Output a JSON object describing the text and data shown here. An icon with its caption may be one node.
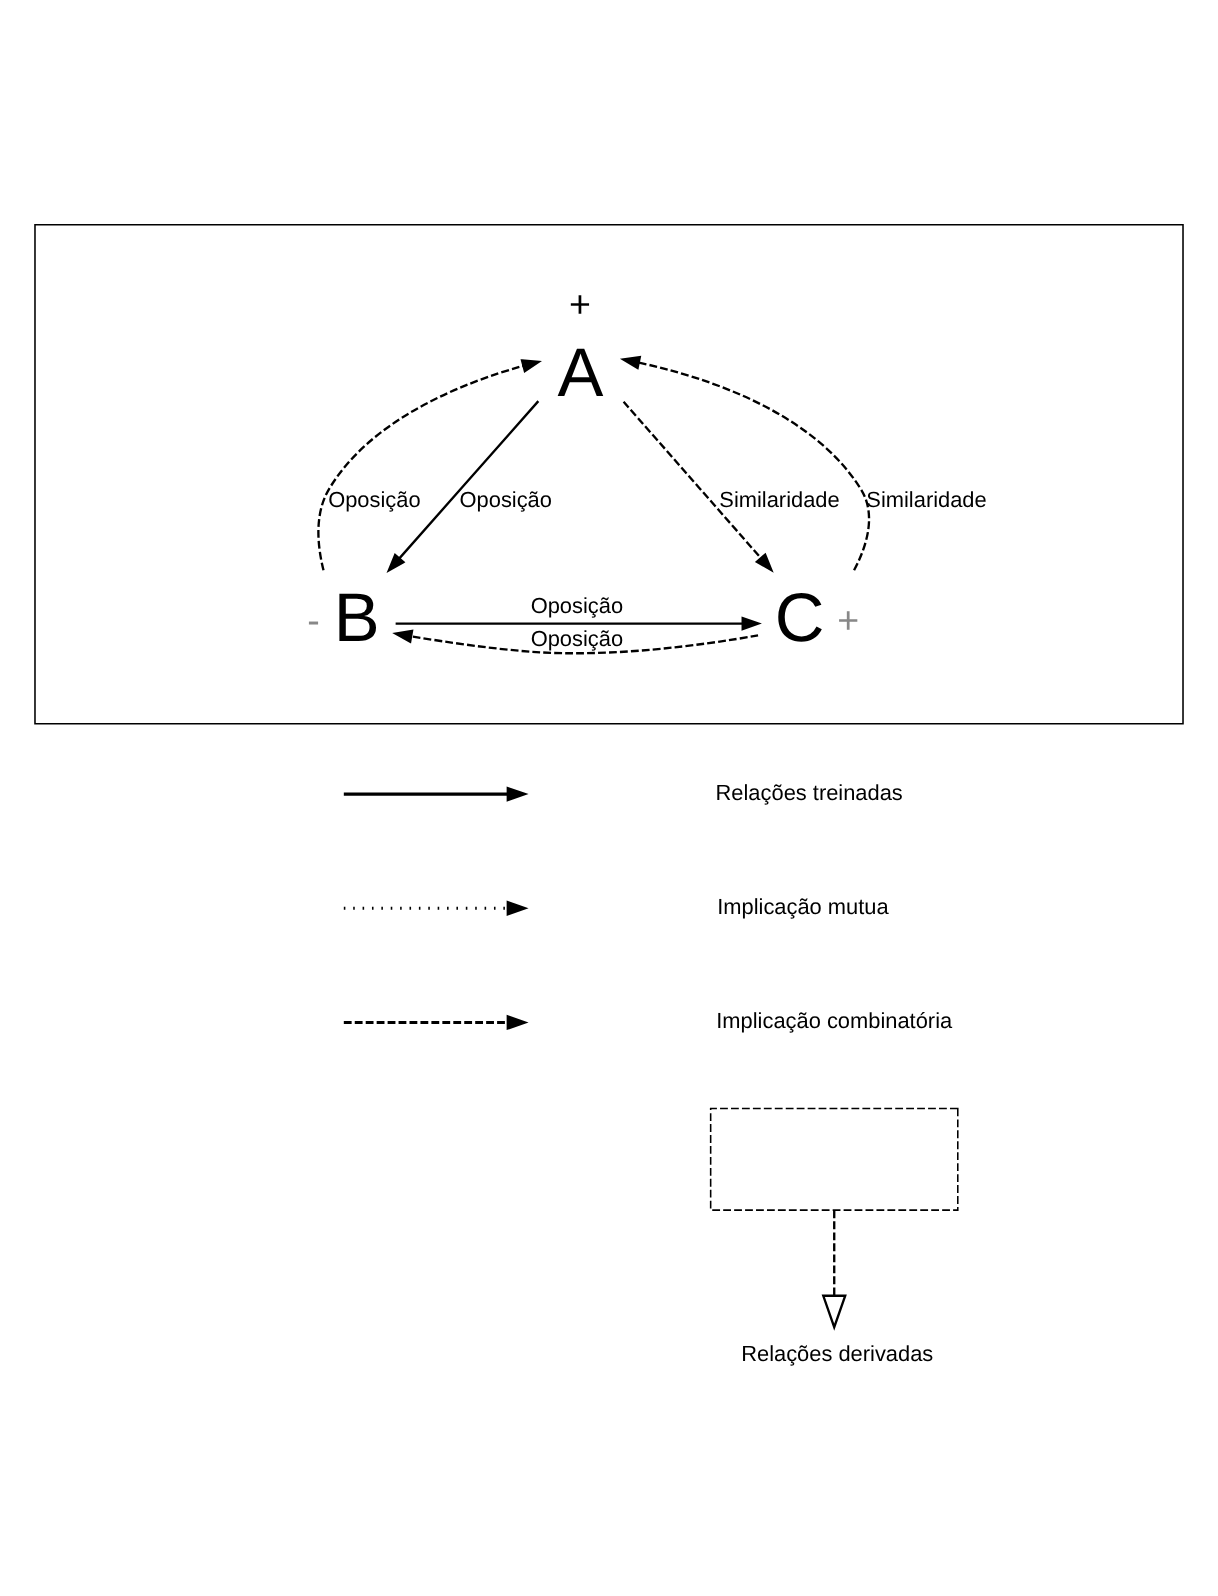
{
  "diagram": {
    "nodes": [
      {
        "text": [],
        "shape": "box"
      },
      {
        "text": [
          "A"
        ],
        "in": 0,
        "beside": [
          "+"
        ]
      },
      {
        "text": [
          "B"
        ],
        "in": 0,
        "beside": [
          "-"
        ]
      },
      {
        "text": [
          "C"
        ],
        "in": 0,
        "beside": [
          "+"
        ]
      },
      {
        "text": [],
        "shape": "box"
      },
      {
        "text": [
          "Relações derivadas"
        ]
      }
    ],
    "edges": [
      {
        "from": 1,
        "to": 2,
        "arrow": "to",
        "label": "Oposição"
      },
      {
        "from": 2,
        "to": 1,
        "arrow": "to",
        "label": "Oposição",
        "style": "dashed"
      },
      {
        "from": 1,
        "to": 3,
        "arrow": "to",
        "label": "Similaridade",
        "style": "dashed"
      },
      {
        "from": 3,
        "to": 1,
        "arrow": "to",
        "label": "Similaridade",
        "style": "dashed"
      },
      {
        "from": 2,
        "to": 3,
        "arrow": "to",
        "label": "Oposição"
      },
      {
        "from": 3,
        "to": 2,
        "arrow": "to",
        "label": "Oposição",
        "style": "dashed"
      },
      {
        "from": 4,
        "to": 5,
        "arrow": "to",
        "style": "dashed"
      }
    ],
    "legend": [
      {
        "text": "Relações treinadas"
      },
      {
        "text": "Implicação mutua"
      },
      {
        "text": "Implicação combinatória"
      }
    ]
  }
}
